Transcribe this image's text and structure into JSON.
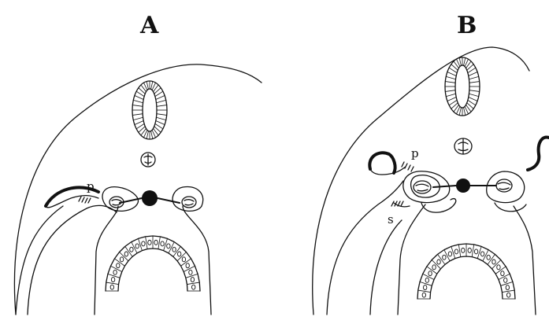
{
  "figure": {
    "panels": [
      {
        "letter": "A",
        "labels": [
          "p"
        ]
      },
      {
        "letter": "B",
        "labels": [
          "p",
          "s"
        ]
      }
    ]
  }
}
